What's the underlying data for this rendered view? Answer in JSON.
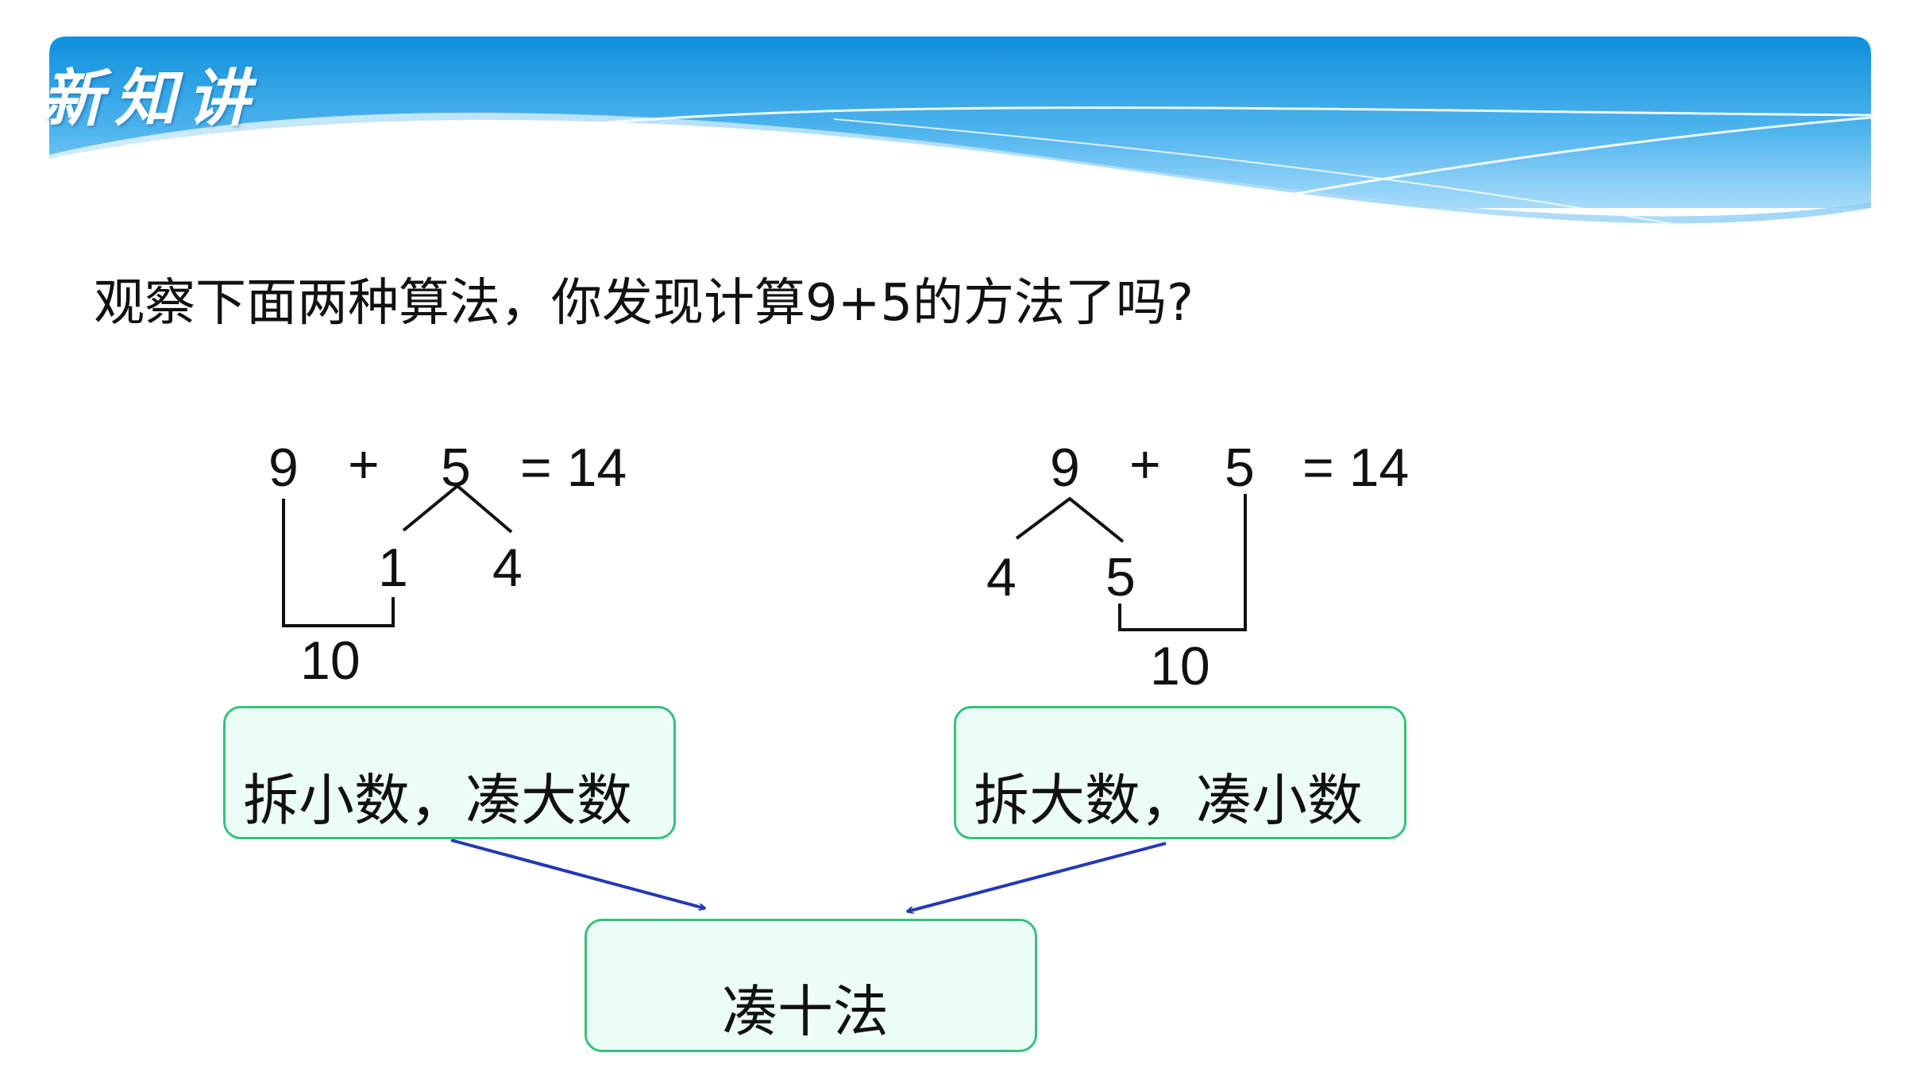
{
  "header": {
    "title": "新知讲"
  },
  "question": "观察下面两种算法，你发现计算9+5的方法了吗?",
  "method_left": {
    "equation": {
      "a": "9",
      "op": "+",
      "b": "5",
      "result": "= 14"
    },
    "split": {
      "part1": "1",
      "part2": "4"
    },
    "ten": "10",
    "label": "拆小数，凑大数"
  },
  "method_right": {
    "equation": {
      "a": "9",
      "op": "+",
      "b": "5",
      "result": "= 14"
    },
    "split": {
      "part1": "4",
      "part2": "5"
    },
    "ten": "10",
    "label": "拆大数，凑小数"
  },
  "conclusion": {
    "label": "凑十法"
  },
  "colors": {
    "banner_blue": "#1296e0",
    "box_fill": "#ecfdf7",
    "box_border": "#35c27a",
    "arrow": "#2338b8"
  }
}
